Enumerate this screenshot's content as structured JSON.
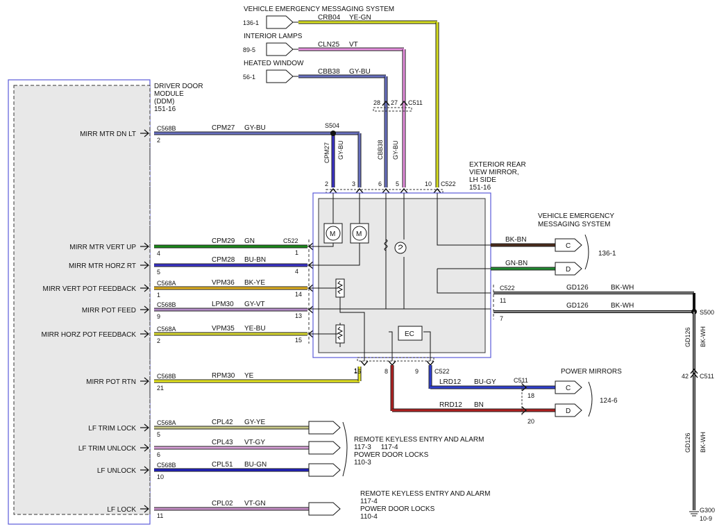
{
  "module": {
    "name_lines": [
      "DRIVER DOOR",
      "MODULE",
      "(DDM)",
      "151-16"
    ]
  },
  "mirror": {
    "name_lines": [
      "EXTERIOR REAR",
      "VIEW MIRROR,",
      "LH SIDE",
      "151-16"
    ],
    "ec_label": "EC",
    "motor_label": "M"
  },
  "colors": {
    "GN": "#1a8a1a",
    "BU-BN": "#3a32c8",
    "BK-YE": "#e0b020",
    "GY-VT": "#b48cc8",
    "YE-BU": "#d8d830",
    "YE": "#e8e820",
    "GY-YE": "#c8c888",
    "VT-GY": "#d8a0d8",
    "BU-GN": "#2020c0",
    "VT-GN": "#c890c8",
    "GY-BU": "#6870c0",
    "YE-GN": "#d8e020",
    "VT": "#e890e0",
    "BK-BN": "#4a2a1a",
    "GN-BN": "#208a30",
    "BK-WH": "#111111",
    "BU-GY": "#3040d0",
    "BN": "#b02020",
    "module_border": "#5a5ad8",
    "panel": "#e8e8e8"
  },
  "left_pins": [
    {
      "label": "MIRR MTR DN LT",
      "conn": "C568B",
      "pin": "2",
      "circuit": "CPM27",
      "color": "GY-BU",
      "far_pin": ""
    },
    {
      "label": "MIRR MTR VERT UP",
      "conn": "",
      "pin": "4",
      "circuit": "CPM29",
      "color": "GN",
      "far_conn": "C522",
      "far_pin": "1"
    },
    {
      "label": "MIRR MTR HORZ RT",
      "conn": "",
      "pin": "5",
      "circuit": "CPM28",
      "color": "BU-BN",
      "far_pin": "4"
    },
    {
      "label": "MIRR VERT POT FEEDBACK",
      "conn": "C568A",
      "pin": "1",
      "circuit": "VPM36",
      "color": "BK-YE",
      "far_pin": "14"
    },
    {
      "label": "MIRR POT FEED",
      "conn": "C568B",
      "pin": "9",
      "circuit": "LPM30",
      "color": "GY-VT",
      "far_pin": "13"
    },
    {
      "label": "MIRR HORZ POT FEEDBACK",
      "conn": "C568A",
      "pin": "2",
      "circuit": "VPM35",
      "color": "YE-BU",
      "far_pin": "15"
    },
    {
      "label": "MIRR POT RTN",
      "conn": "C568B",
      "pin": "21",
      "circuit": "RPM30",
      "color": "YE",
      "far_pin": "16"
    },
    {
      "label": "LF TRIM LOCK",
      "conn": "C568A",
      "pin": "5",
      "circuit": "CPL42",
      "color": "GY-YE",
      "far_pin": ""
    },
    {
      "label": "LF TRIM UNLOCK",
      "conn": "",
      "pin": "6",
      "circuit": "CPL43",
      "color": "VT-GY",
      "far_pin": ""
    },
    {
      "label": "LF UNLOCK",
      "conn": "C568B",
      "pin": "10",
      "circuit": "CPL51",
      "color": "BU-GN",
      "far_pin": ""
    },
    {
      "label": "LF LOCK",
      "conn": "",
      "pin": "11",
      "circuit": "CPL02",
      "color": "VT-GN",
      "far_pin": ""
    }
  ],
  "top_refs": [
    {
      "system": "VEHICLE EMERGENCY MESSAGING SYSTEM",
      "ref": "136-1",
      "circuit": "CRB04",
      "color": "YE-GN"
    },
    {
      "system": "INTERIOR LAMPS",
      "ref": "89-5",
      "circuit": "CLN25",
      "color": "VT"
    },
    {
      "system": "HEATED WINDOW",
      "ref": "56-1",
      "circuit": "CBB38",
      "color": "GY-BU"
    }
  ],
  "c511_top": {
    "conn": "C511",
    "pins": [
      "28",
      "27"
    ]
  },
  "splice_s504": "S504",
  "vertical_wires": [
    {
      "circuit": "CPM27",
      "color": "GY-BU"
    },
    {
      "circuit": "CBB38",
      "color": "GY-BU"
    }
  ],
  "c522_top": {
    "conn": "C522",
    "pins": [
      "2",
      "3",
      "6",
      "5",
      "10"
    ]
  },
  "vems_right": {
    "lines": [
      "VEHICLE EMERGENCY",
      "MESSAGING SYSTEM"
    ],
    "ref": "136-1",
    "wires": [
      {
        "color": "BK-BN",
        "term": "C"
      },
      {
        "color": "GN-BN",
        "term": "D"
      }
    ]
  },
  "ground_wires": [
    {
      "conn": "C522",
      "pin": "11",
      "circuit": "GD126",
      "color": "BK-WH"
    },
    {
      "conn": "",
      "pin": "7",
      "circuit": "GD126",
      "color": "BK-WH"
    }
  ],
  "s500": "S500",
  "ground_vertical": {
    "circuit": "GD126",
    "color": "BK-WH",
    "conn": "C511",
    "pin": "42",
    "ground": "G300",
    "ref": "10-9"
  },
  "c522_bottom": {
    "conn": "C522",
    "pins": [
      "16",
      "8",
      "9"
    ]
  },
  "power_mirrors": {
    "title": "POWER MIRRORS",
    "ref": "124-6",
    "conn": "C511",
    "wires": [
      {
        "circuit": "LRD12",
        "color": "BU-GY",
        "pin": "18",
        "term": "C"
      },
      {
        "circuit": "RRD12",
        "color": "BN",
        "pin": "20",
        "term": "D"
      }
    ]
  },
  "rke_1": {
    "lines": [
      "REMOTE KEYLESS ENTRY AND ALARM",
      "117-3     117-4",
      "POWER DOOR LOCKS",
      "110-3"
    ]
  },
  "rke_2": {
    "lines": [
      "REMOTE KEYLESS ENTRY AND ALARM",
      "117-4",
      "POWER DOOR LOCKS",
      "110-4"
    ]
  }
}
